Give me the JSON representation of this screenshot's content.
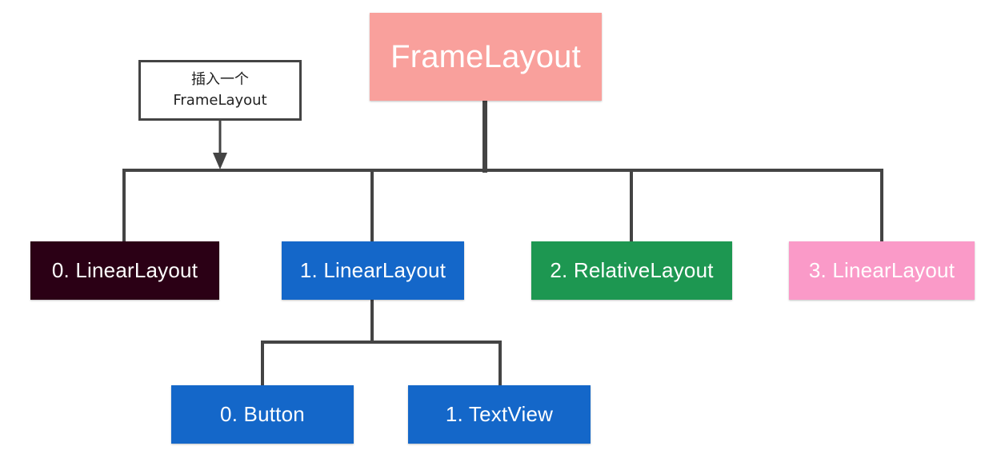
{
  "colors": {
    "root": "#f9a09c",
    "dark_node": "#2b0015",
    "blue_node": "#1467c9",
    "green_node": "#1d9751",
    "pink_node": "#fa9ac8",
    "connector": "#444444"
  },
  "diagram": {
    "root": {
      "label": "FrameLayout"
    },
    "children": [
      {
        "label": "0. LinearLayout"
      },
      {
        "label": "1. LinearLayout"
      },
      {
        "label": "2. RelativeLayout"
      },
      {
        "label": "3. LinearLayout"
      }
    ],
    "grandchildren": [
      {
        "label": "0. Button"
      },
      {
        "label": "1. TextView"
      }
    ],
    "note": {
      "line1": "插入一个",
      "line2": "FrameLayout"
    }
  }
}
